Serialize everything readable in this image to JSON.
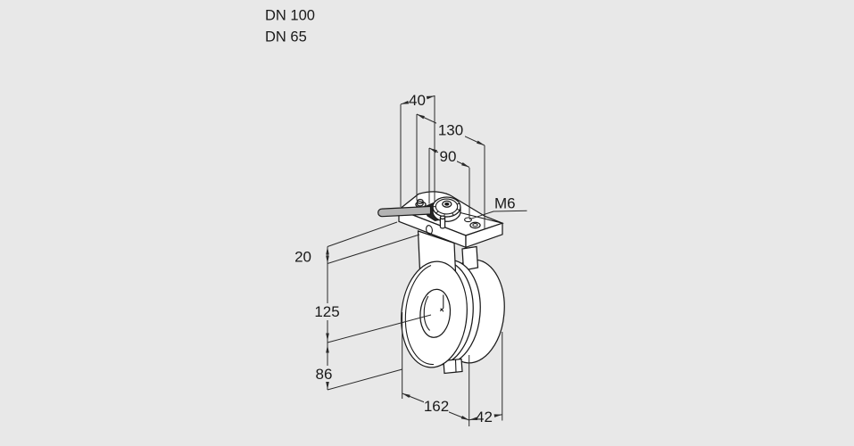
{
  "product": {
    "dn_label_1": "DN 100",
    "dn_label_2": "DN 65"
  },
  "dimensions": {
    "top_40": "40",
    "top_130": "130",
    "top_90": "90",
    "thread": "M6",
    "left_20": "20",
    "left_125": "125",
    "left_86": "86",
    "bottom_162": "162",
    "bottom_42": "42"
  },
  "colors": {
    "background": "#e8e8e8",
    "line": "#1a1a1a",
    "body_fill": "#ffffff",
    "handle_gray": "#b3b3b3",
    "clamp_dark": "#262626"
  }
}
